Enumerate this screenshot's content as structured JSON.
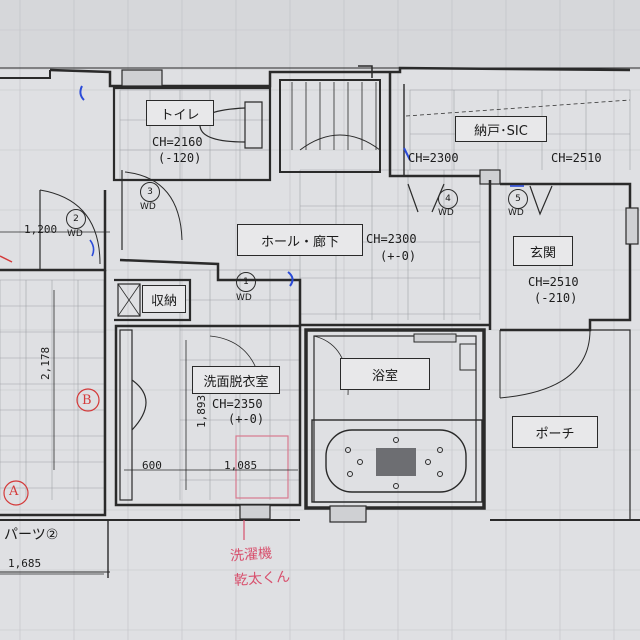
{
  "rooms": {
    "toilet": {
      "name": "トイレ",
      "ch": "CH=2160",
      "ch_offset": "(-120)"
    },
    "storage_sic": {
      "name": "納戸･SIC",
      "ch": "CH=2300",
      "ch_right": "CH=2510"
    },
    "hall": {
      "name": "ホール・廊下",
      "ch": "CH=2300",
      "ch_offset": "(+-0)"
    },
    "entrance": {
      "name": "玄関",
      "ch": "CH=2510",
      "ch_offset": "(-210)"
    },
    "closet": {
      "name": "収納"
    },
    "washroom": {
      "name": "洗面脱衣室",
      "ch": "CH=2350",
      "ch_offset": "(+-0)"
    },
    "bathroom": {
      "name": "浴室"
    },
    "porch": {
      "name": "ポーチ"
    },
    "parts": {
      "name": "パーツ②"
    }
  },
  "doors": [
    {
      "num": "1",
      "code": "WD"
    },
    {
      "num": "2",
      "code": "WD"
    },
    {
      "num": "3",
      "code": "WD"
    },
    {
      "num": "4",
      "code": "WD"
    },
    {
      "num": "5",
      "code": "WD"
    }
  ],
  "dimensions": {
    "d1200": "1,200",
    "d2178": "2,178",
    "d1893": "1,893",
    "d600": "600",
    "d1085": "1,085",
    "d1685": "1,685"
  },
  "handwritten": {
    "note_line1": "洗濯機",
    "note_line2": "乾太くん",
    "mark_a": "A",
    "mark_b": "B"
  },
  "colors": {
    "paper": "#dfe0e3",
    "line": "#2a2a2a",
    "pink_ink": "#d8506d",
    "red_ink": "#d43a3a",
    "blue_ink": "#2b4bd8"
  }
}
